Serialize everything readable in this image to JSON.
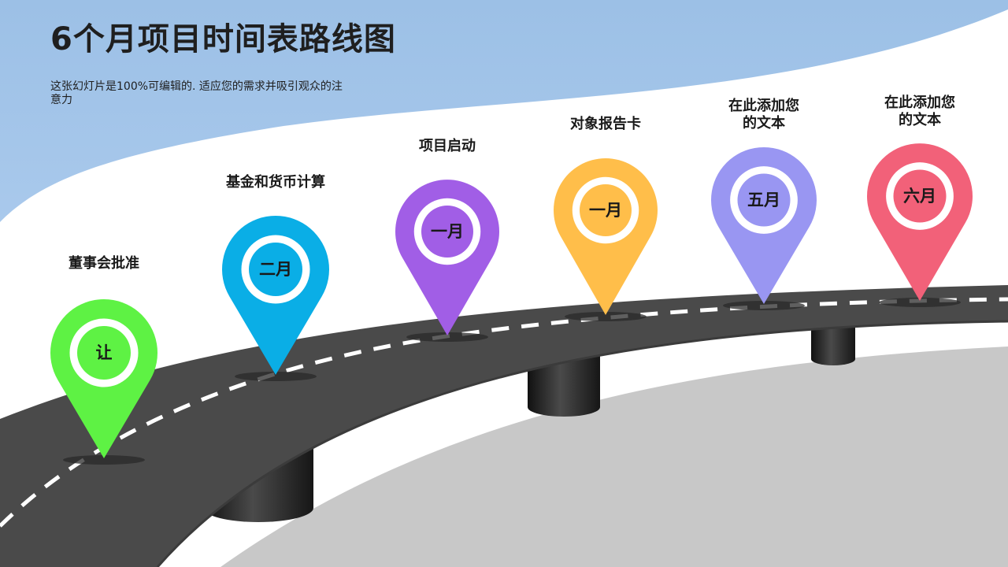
{
  "title": "6个月项目时间表路线图",
  "subtitle": "这张幻灯片是100%可编辑的. 适应您的需求并吸引观众的注意力",
  "colors": {
    "sky": "#9cc0e6",
    "road": "#4a4a4a",
    "road_shadow": "#c8c8c8",
    "lane": "#ffffff",
    "pillar": "#2e2e2e"
  },
  "milestones": [
    {
      "label": "董事会批准",
      "month": "让",
      "color": "#5ef244"
    },
    {
      "label": "基金和货币计算",
      "month": "二月",
      "color": "#0aaee6"
    },
    {
      "label": "项目启动",
      "month": "一月",
      "color": "#a15ee6"
    },
    {
      "label": "对象报告卡",
      "month": "一月",
      "color": "#ffbe4a"
    },
    {
      "label": "在此添加您\n的文本",
      "month": "五月",
      "color": "#9996f2"
    },
    {
      "label": "在此添加您\n的文本",
      "month": "六月",
      "color": "#f26179"
    }
  ]
}
